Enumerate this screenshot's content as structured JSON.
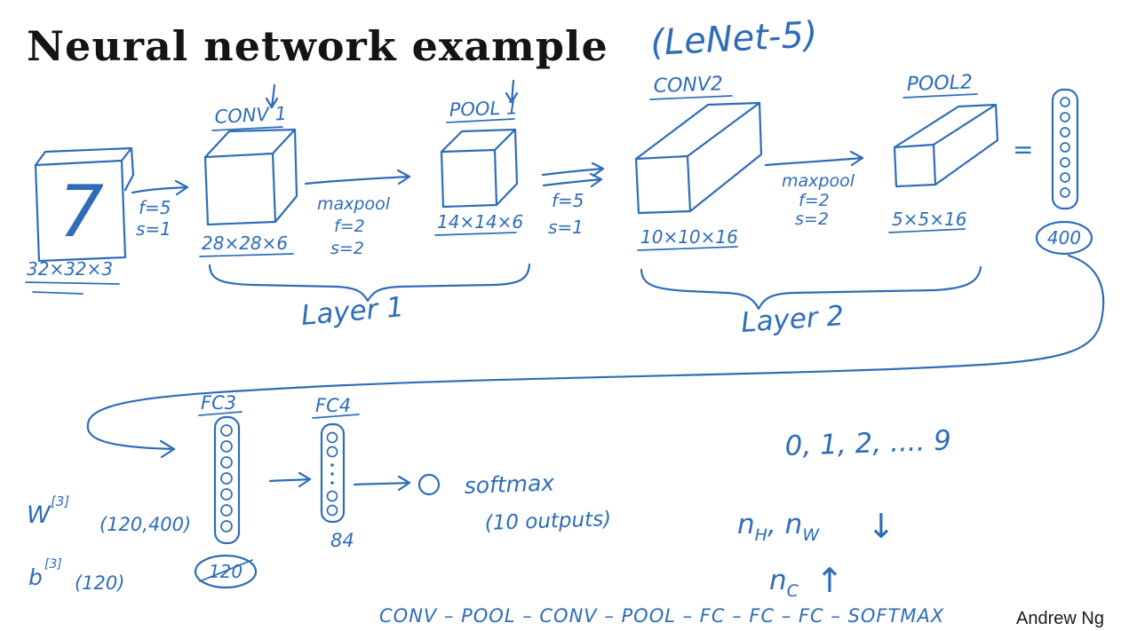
{
  "colors": {
    "ink": "#2e6db7",
    "title_text": "#141414"
  },
  "title": "Neural network example",
  "subtitle": "(LeNet-5)",
  "credit": "Andrew Ng",
  "input": {
    "digit": "7",
    "dims": "32×32×3"
  },
  "step1": {
    "f": "f=5",
    "s": "s=1"
  },
  "conv1": {
    "label": "CONV 1",
    "dims": "28×28×6"
  },
  "mp1": {
    "op": "maxpool",
    "f": "f=2",
    "s": "s=2"
  },
  "pool1": {
    "label": "POOL 1",
    "dims": "14×14×6"
  },
  "step2": {
    "f": "f=5",
    "s": "s=1"
  },
  "conv2": {
    "label": "CONV2",
    "dims": "10×10×16"
  },
  "mp2": {
    "op": "maxpool",
    "f": "f=2",
    "s": "s=2"
  },
  "pool2": {
    "label": "POOL2",
    "dims": "5×5×16"
  },
  "flatten": {
    "equals": "=",
    "count": "400"
  },
  "layers": {
    "layer1": "Layer 1",
    "layer2": "Layer 2"
  },
  "fc3": {
    "label": "FC3",
    "count": "120"
  },
  "fc4": {
    "label": "FC4",
    "count": "84"
  },
  "params": {
    "w_base": "W",
    "w_sup": "[3]",
    "w_shape": "(120,400)",
    "b_base": "b",
    "b_sup": "[3]",
    "b_shape": "(120)"
  },
  "output": {
    "softmax": "softmax",
    "outputs": "(10 outputs)",
    "classes": "0, 1, 2, .... 9"
  },
  "trends": {
    "nh_base": "n",
    "nh_sub": "H",
    "nw_base": ", n",
    "nw_sub": "W",
    "down_arrow": "↓",
    "nc_base": "n",
    "nc_sub": "C",
    "up_arrow": "↑"
  },
  "pipeline": "CONV – POOL – CONV – POOL – FC – FC – FC – SOFTMAX"
}
